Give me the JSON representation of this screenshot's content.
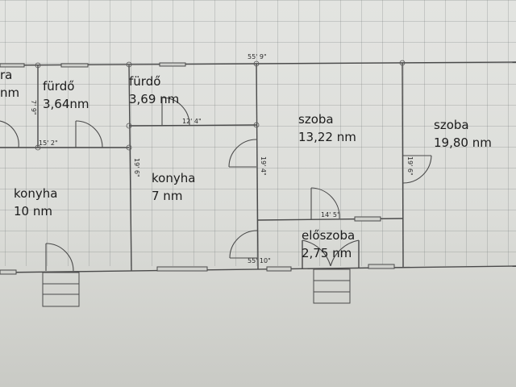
{
  "plan": {
    "rooms": [
      {
        "name": "ra",
        "area": "nm"
      },
      {
        "name": "fürdő",
        "area": "3,64nm"
      },
      {
        "name": "fürdő",
        "area": "3,69 nm"
      },
      {
        "name": "szoba",
        "area": "13,22 nm"
      },
      {
        "name": "szoba",
        "area": "19,80 nm"
      },
      {
        "name": "konyha",
        "area": "10 nm"
      },
      {
        "name": "konyha",
        "area": "7 nm"
      },
      {
        "name": "előszoba",
        "area": "2,75 nm"
      }
    ],
    "dimensions": {
      "top_total": "55' 9\"",
      "bottom_total": "55' 10\"",
      "bath1_height": "7' 9\"",
      "bath1_width": "15' 2\"",
      "bath2_width": "12' 4\"",
      "kitchen2_height": "19' 6\"",
      "room1_height": "19' 4\"",
      "room2_height": "19' 6\"",
      "hall_width": "14' 5\""
    }
  }
}
